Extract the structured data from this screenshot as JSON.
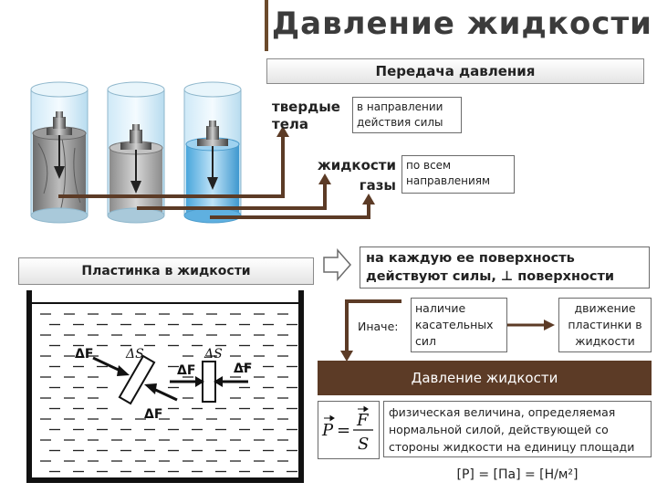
{
  "title": "Давление жидкости",
  "header": "Передача давления",
  "states": {
    "solids": "твердые тела",
    "liquids": "жидкости",
    "gases": "газы"
  },
  "directions": {
    "solids": "в направлении действия силы",
    "fluids": "по всем направлениям"
  },
  "plate_header": "Пластинка в жидкости",
  "forces_statement": "на каждую ее поверхность действуют силы, ⊥ поверхности",
  "otherwise": {
    "label": "Иначе:",
    "condition": "наличие касательных сил",
    "result": "движение пластинки в жидкости"
  },
  "banner": "Давление жидкости",
  "definition": "физическая величина, определяемая нормальной силой, действующей со стороны жидкости на единицу площади",
  "formula": {
    "lhs": "P",
    "num": "F",
    "den": "S"
  },
  "units": "[P] = [Па] = [Н/м²]",
  "diagram_labels": {
    "force": "ΔF",
    "area": "ΔS"
  },
  "colors": {
    "banner": "#5c3b26",
    "arrow": "#5c3b26",
    "water": "#7fc2ec"
  }
}
